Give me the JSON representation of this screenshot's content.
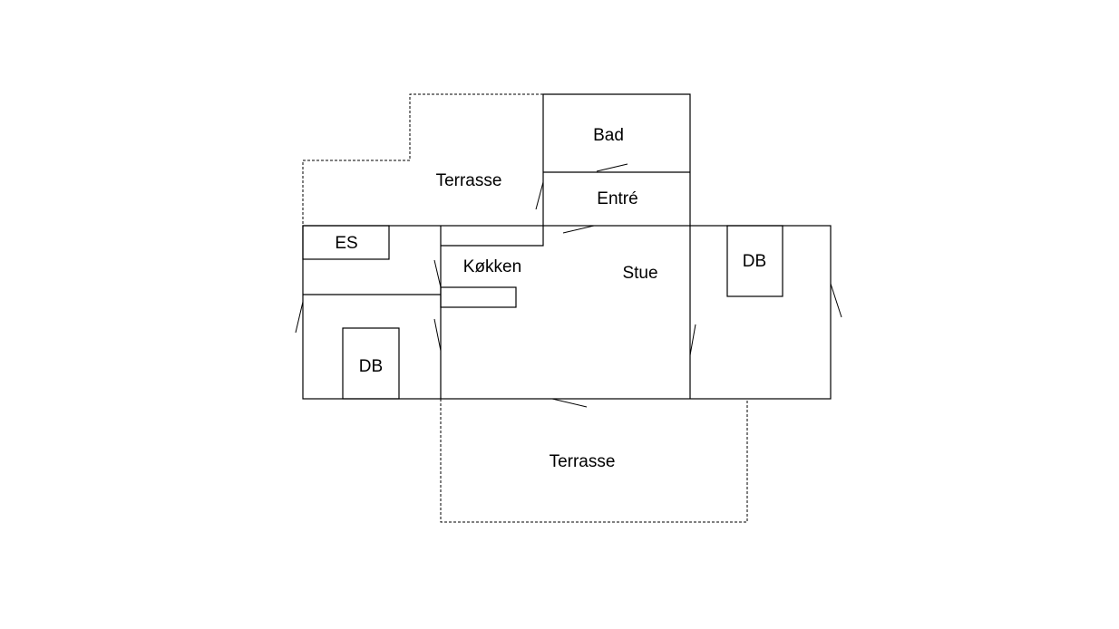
{
  "rooms": {
    "terrasse_top": "Terrasse",
    "bad": "Bad",
    "entre": "Entré",
    "es": "ES",
    "kokken": "Køkken",
    "stue": "Stue",
    "db_left": "DB",
    "db_right": "DB",
    "terrasse_bottom": "Terrasse"
  },
  "colors": {
    "line": "#000000",
    "background": "#ffffff"
  }
}
